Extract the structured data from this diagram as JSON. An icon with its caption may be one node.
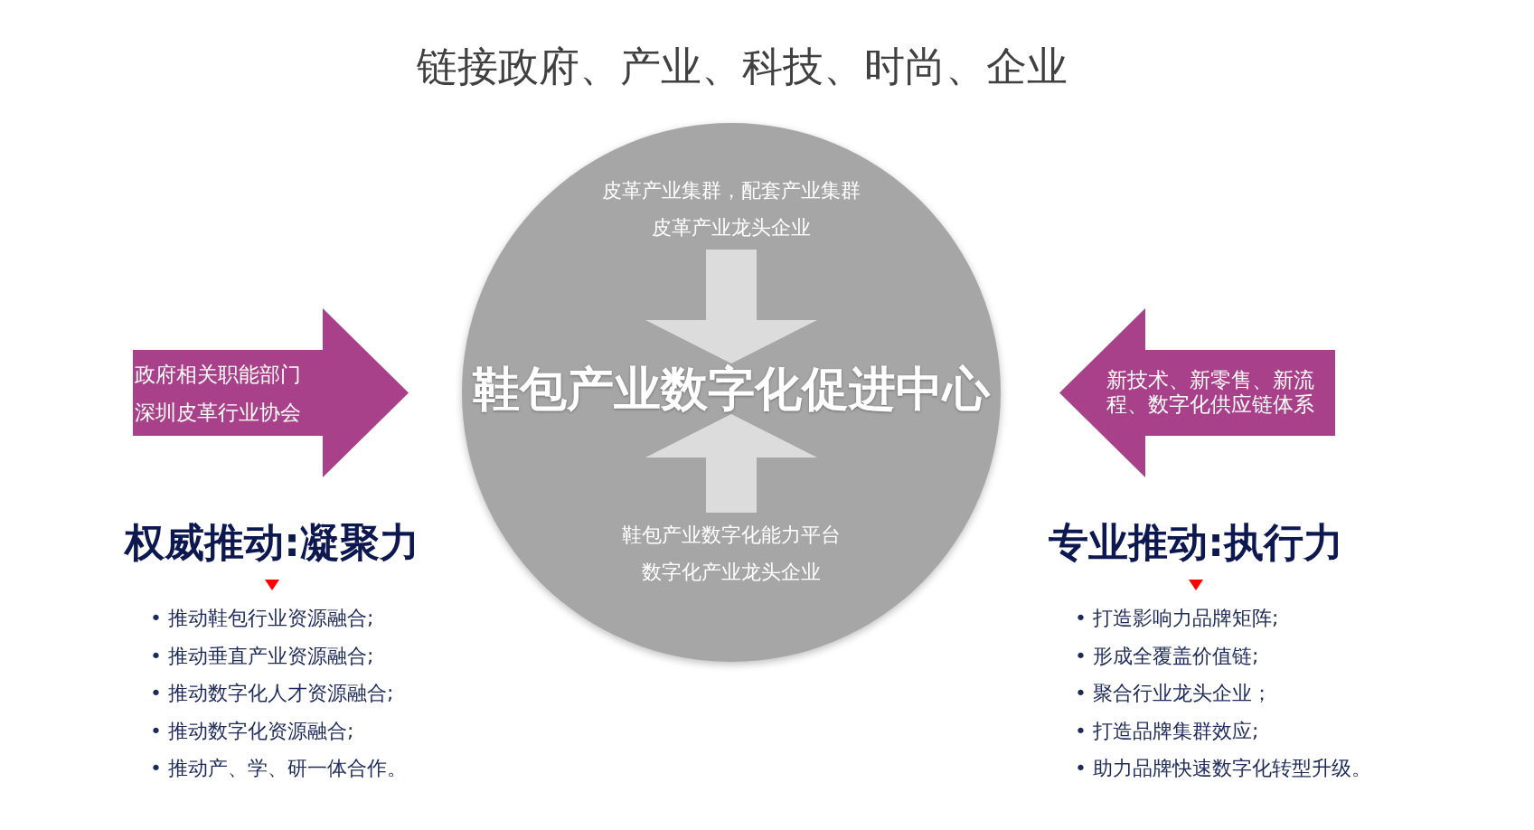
{
  "diagram": {
    "title": "链接政府、产业、科技、时尚、企业",
    "nodes": [
      {
        "text": [
          "政府相关职能部门",
          "深圳皮革行业协会"
        ]
      },
      {
        "text": [],
        "shape": "circle"
      },
      {
        "text": [
          "皮革产业集群，配套产业集群",
          "皮革产业龙头企业"
        ],
        "in": 1
      },
      {
        "text": [
          "鞋包产业数字化促进中心"
        ],
        "in": 1
      },
      {
        "text": [
          "鞋包产业数字化能力平台",
          "数字化产业龙头企业"
        ],
        "in": 1
      },
      {
        "text": [
          "新技术、新零售、新流程、数字化供应链体系"
        ]
      }
    ],
    "edges": [
      {
        "from": 2,
        "to": 3,
        "arrow": "to"
      },
      {
        "from": 4,
        "to": 3,
        "arrow": "to"
      }
    ],
    "labels": [
      "权威推动:凝聚力",
      "• 推动鞋包行业资源融合;",
      "• 推动垂直产业资源融合;",
      "• 推动数字化人才资源融合;",
      "• 推动数字化资源融合;",
      "• 推动产、学、研一体合作。",
      "专业推动:执行力",
      "• 打造影响力品牌矩阵;",
      "• 形成全覆盖价值链;",
      "• 聚合行业龙头企业；",
      "• 打造品牌集群效应;",
      "• 助力品牌快速数字化转型升级。"
    ]
  }
}
